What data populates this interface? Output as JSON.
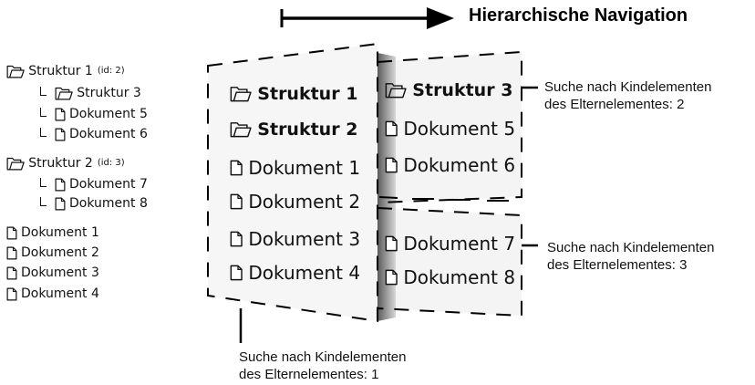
{
  "header": {
    "title": "Hierarchische Navigation"
  },
  "tree": [
    {
      "level": 0,
      "icon": "folder-icon",
      "label": "Struktur 1",
      "id_tag": "(id: 2)"
    },
    {
      "level": 1,
      "icon": "folder-icon",
      "label": "Struktur 3"
    },
    {
      "level": 1,
      "icon": "document-icon",
      "label": "Dokument 5"
    },
    {
      "level": 1,
      "icon": "document-icon",
      "label": "Dokument 6"
    },
    {
      "level": 0,
      "icon": "folder-icon",
      "label": "Struktur 2",
      "id_tag": "(id: 3)"
    },
    {
      "level": 1,
      "icon": "document-icon",
      "label": "Dokument 7"
    },
    {
      "level": 1,
      "icon": "document-icon",
      "label": "Dokument 8"
    },
    {
      "level": 0,
      "icon": "document-icon",
      "label": "Dokument 1"
    },
    {
      "level": 0,
      "icon": "document-icon",
      "label": "Dokument 2"
    },
    {
      "level": 0,
      "icon": "document-icon",
      "label": "Dokument 3"
    },
    {
      "level": 0,
      "icon": "document-icon",
      "label": "Dokument 4"
    }
  ],
  "panel_level1": {
    "items": [
      {
        "icon": "folder-icon",
        "label": "Struktur 1",
        "bold": true
      },
      {
        "icon": "folder-icon",
        "label": "Struktur 2",
        "bold": true
      },
      {
        "icon": "document-icon",
        "label": "Dokument 1",
        "bold": false
      },
      {
        "icon": "document-icon",
        "label": "Dokument 2",
        "bold": false
      },
      {
        "icon": "document-icon",
        "label": "Dokument 3",
        "bold": false
      },
      {
        "icon": "document-icon",
        "label": "Dokument 4",
        "bold": false
      }
    ],
    "note_line1": "Suche nach Kindelementen",
    "note_line2": "des Elternelementes: 1"
  },
  "panel_level2a": {
    "items": [
      {
        "icon": "folder-icon",
        "label": "Struktur 3",
        "bold": true
      },
      {
        "icon": "document-icon",
        "label": "Dokument 5",
        "bold": false
      },
      {
        "icon": "document-icon",
        "label": "Dokument 6",
        "bold": false
      }
    ],
    "note_line1": "Suche nach Kindelementen",
    "note_line2": "des Elternelementes: 2"
  },
  "panel_level2b": {
    "items": [
      {
        "icon": "document-icon",
        "label": "Dokument 7",
        "bold": false
      },
      {
        "icon": "document-icon",
        "label": "Dokument 8",
        "bold": false
      }
    ],
    "note_line1": "Suche nach Kindelementen",
    "note_line2": "des Elternelementes: 3"
  },
  "colors": {
    "ink": "#111111",
    "panel_fill": "#f4f4f4",
    "shadow": "#8a8a8a"
  }
}
